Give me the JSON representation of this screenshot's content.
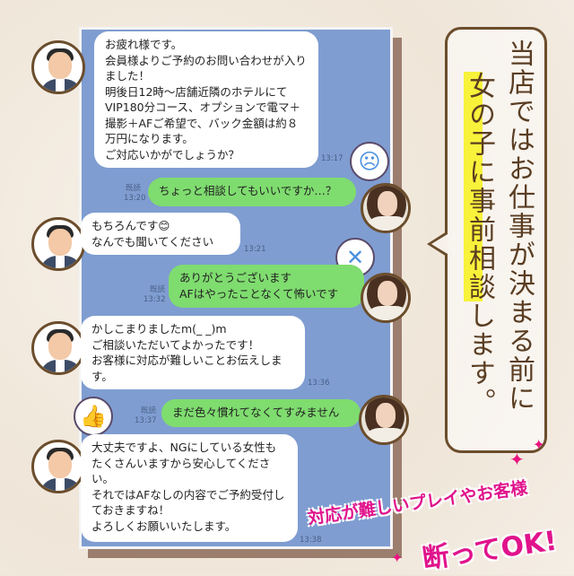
{
  "messages": [
    {
      "side": "left",
      "text": "お疲れ様です。\n会員様よりご予約のお問い合わせが入りました！\n明後日12時〜店舗近隣のホテルにてVIP180分コース、オプションで電マ＋撮影＋AFご希望で、バック金額は約８万円になります。\nご対応いかがでしょうか？",
      "time": "13:17"
    },
    {
      "side": "right",
      "text": "ちょっと相談してもいいですか…？",
      "read": "既読",
      "time": "13:20"
    },
    {
      "side": "left",
      "text": "もちろんです😊\nなんでも聞いてください",
      "time": "13:21"
    },
    {
      "side": "right",
      "text": "ありがとうございます\nAFはやったことなくて怖いです",
      "read": "既読",
      "time": "13:32"
    },
    {
      "side": "left",
      "text": "かしこまりましたm(_ _)m\nご相談いただいてよかったです！\nお客様に対応が難しいことお伝えします。",
      "time": "13:36"
    },
    {
      "side": "right",
      "text": "まだ色々慣れてなくてすみません",
      "read": "既読",
      "time": "13:37"
    },
    {
      "side": "left",
      "text": "大丈夫ですよ、NGにしている女性もたくさんいますから安心してください。\nそれではAFなしの内容でご予約受付しておきますね！\nよろしくお願いいたします。",
      "time": "13:38"
    }
  ],
  "callout": {
    "line1": "当店ではお仕事が決まる前に",
    "line2_highlight": "女の子に事前相談",
    "line2_rest": "します。"
  },
  "tagline": {
    "line1": "対応が難しいプレイやお客様",
    "line2": "断ってOK!"
  },
  "icons": [
    "confused-sticker-icon",
    "x-mark-icon",
    "thumbs-up-icon"
  ],
  "colors": {
    "chat_bg": "#7f9dd1",
    "green_bubble": "#7fdc6f",
    "accent_pink": "#e0138c",
    "highlight": "#f7f23a"
  }
}
